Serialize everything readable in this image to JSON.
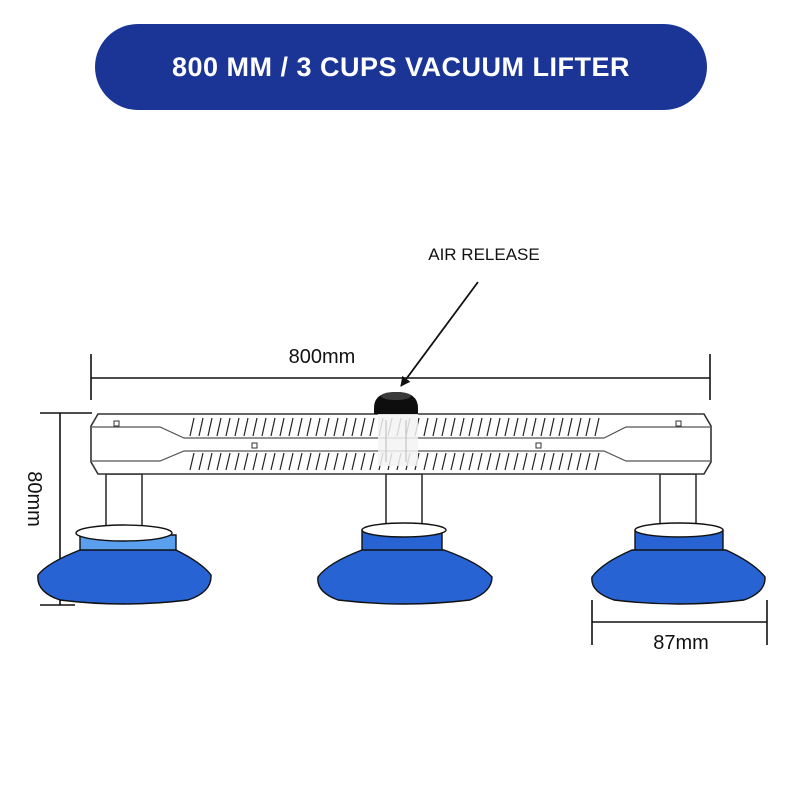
{
  "title": "800 MM / 3 CUPS VACUUM LIFTER",
  "colors": {
    "banner": "#1b3597",
    "cup": "#2763d2",
    "cup_dark": "#1b4fb8",
    "cup_light": "#5aa0ee",
    "outline": "#111111"
  },
  "labels": {
    "air_release": "AIR RELEASE",
    "length": "800mm",
    "height": "80mm",
    "cup_diameter": "87mm"
  },
  "icons": [
    "air-release-valve-icon",
    "suction-cup-icon"
  ]
}
